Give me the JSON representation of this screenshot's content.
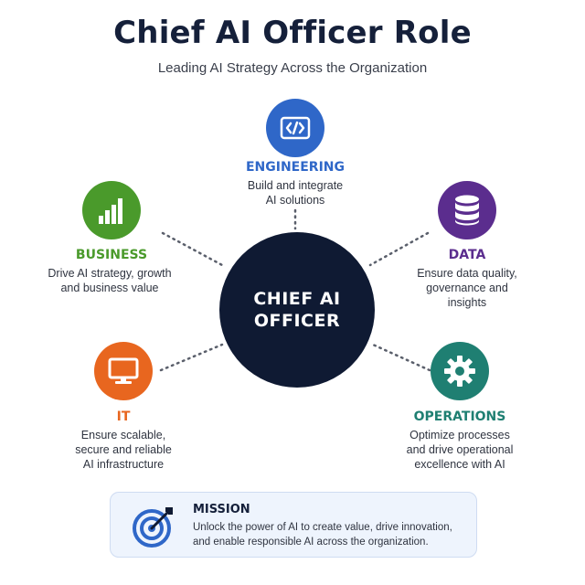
{
  "header": {
    "title": "Chief AI Officer Role",
    "subtitle": "Leading AI Strategy Across the Organization"
  },
  "center": {
    "line1": "CHIEF AI",
    "line2": "OFFICER",
    "color": "#0f1a33"
  },
  "nodes": {
    "engineering": {
      "title": "ENGINEERING",
      "desc": [
        "Build and integrate",
        "AI solutions"
      ],
      "color": "#2f67c8",
      "icon": "code-icon"
    },
    "business": {
      "title": "BUSINESS",
      "desc": [
        "Drive AI strategy, growth",
        "and business value"
      ],
      "color": "#4a9a2b",
      "icon": "bar-chart-icon"
    },
    "data": {
      "title": "DATA",
      "desc": [
        "Ensure data quality,",
        "governance and",
        "insights"
      ],
      "color": "#5b2d8e",
      "icon": "database-icon"
    },
    "it": {
      "title": "IT",
      "desc": [
        "Ensure scalable,",
        "secure and reliable",
        "AI infrastructure"
      ],
      "color": "#e8661f",
      "icon": "monitor-icon"
    },
    "operations": {
      "title": "OPERATIONS",
      "desc": [
        "Optimize processes",
        "and drive operational",
        "excellence with AI"
      ],
      "color": "#1f7f72",
      "icon": "gear-icon"
    }
  },
  "mission": {
    "title": "MISSION",
    "text": [
      "Unlock the power of AI to create value, drive innovation,",
      "and enable responsible AI across the organization."
    ],
    "color": "#2f67c8",
    "icon": "target-icon"
  }
}
